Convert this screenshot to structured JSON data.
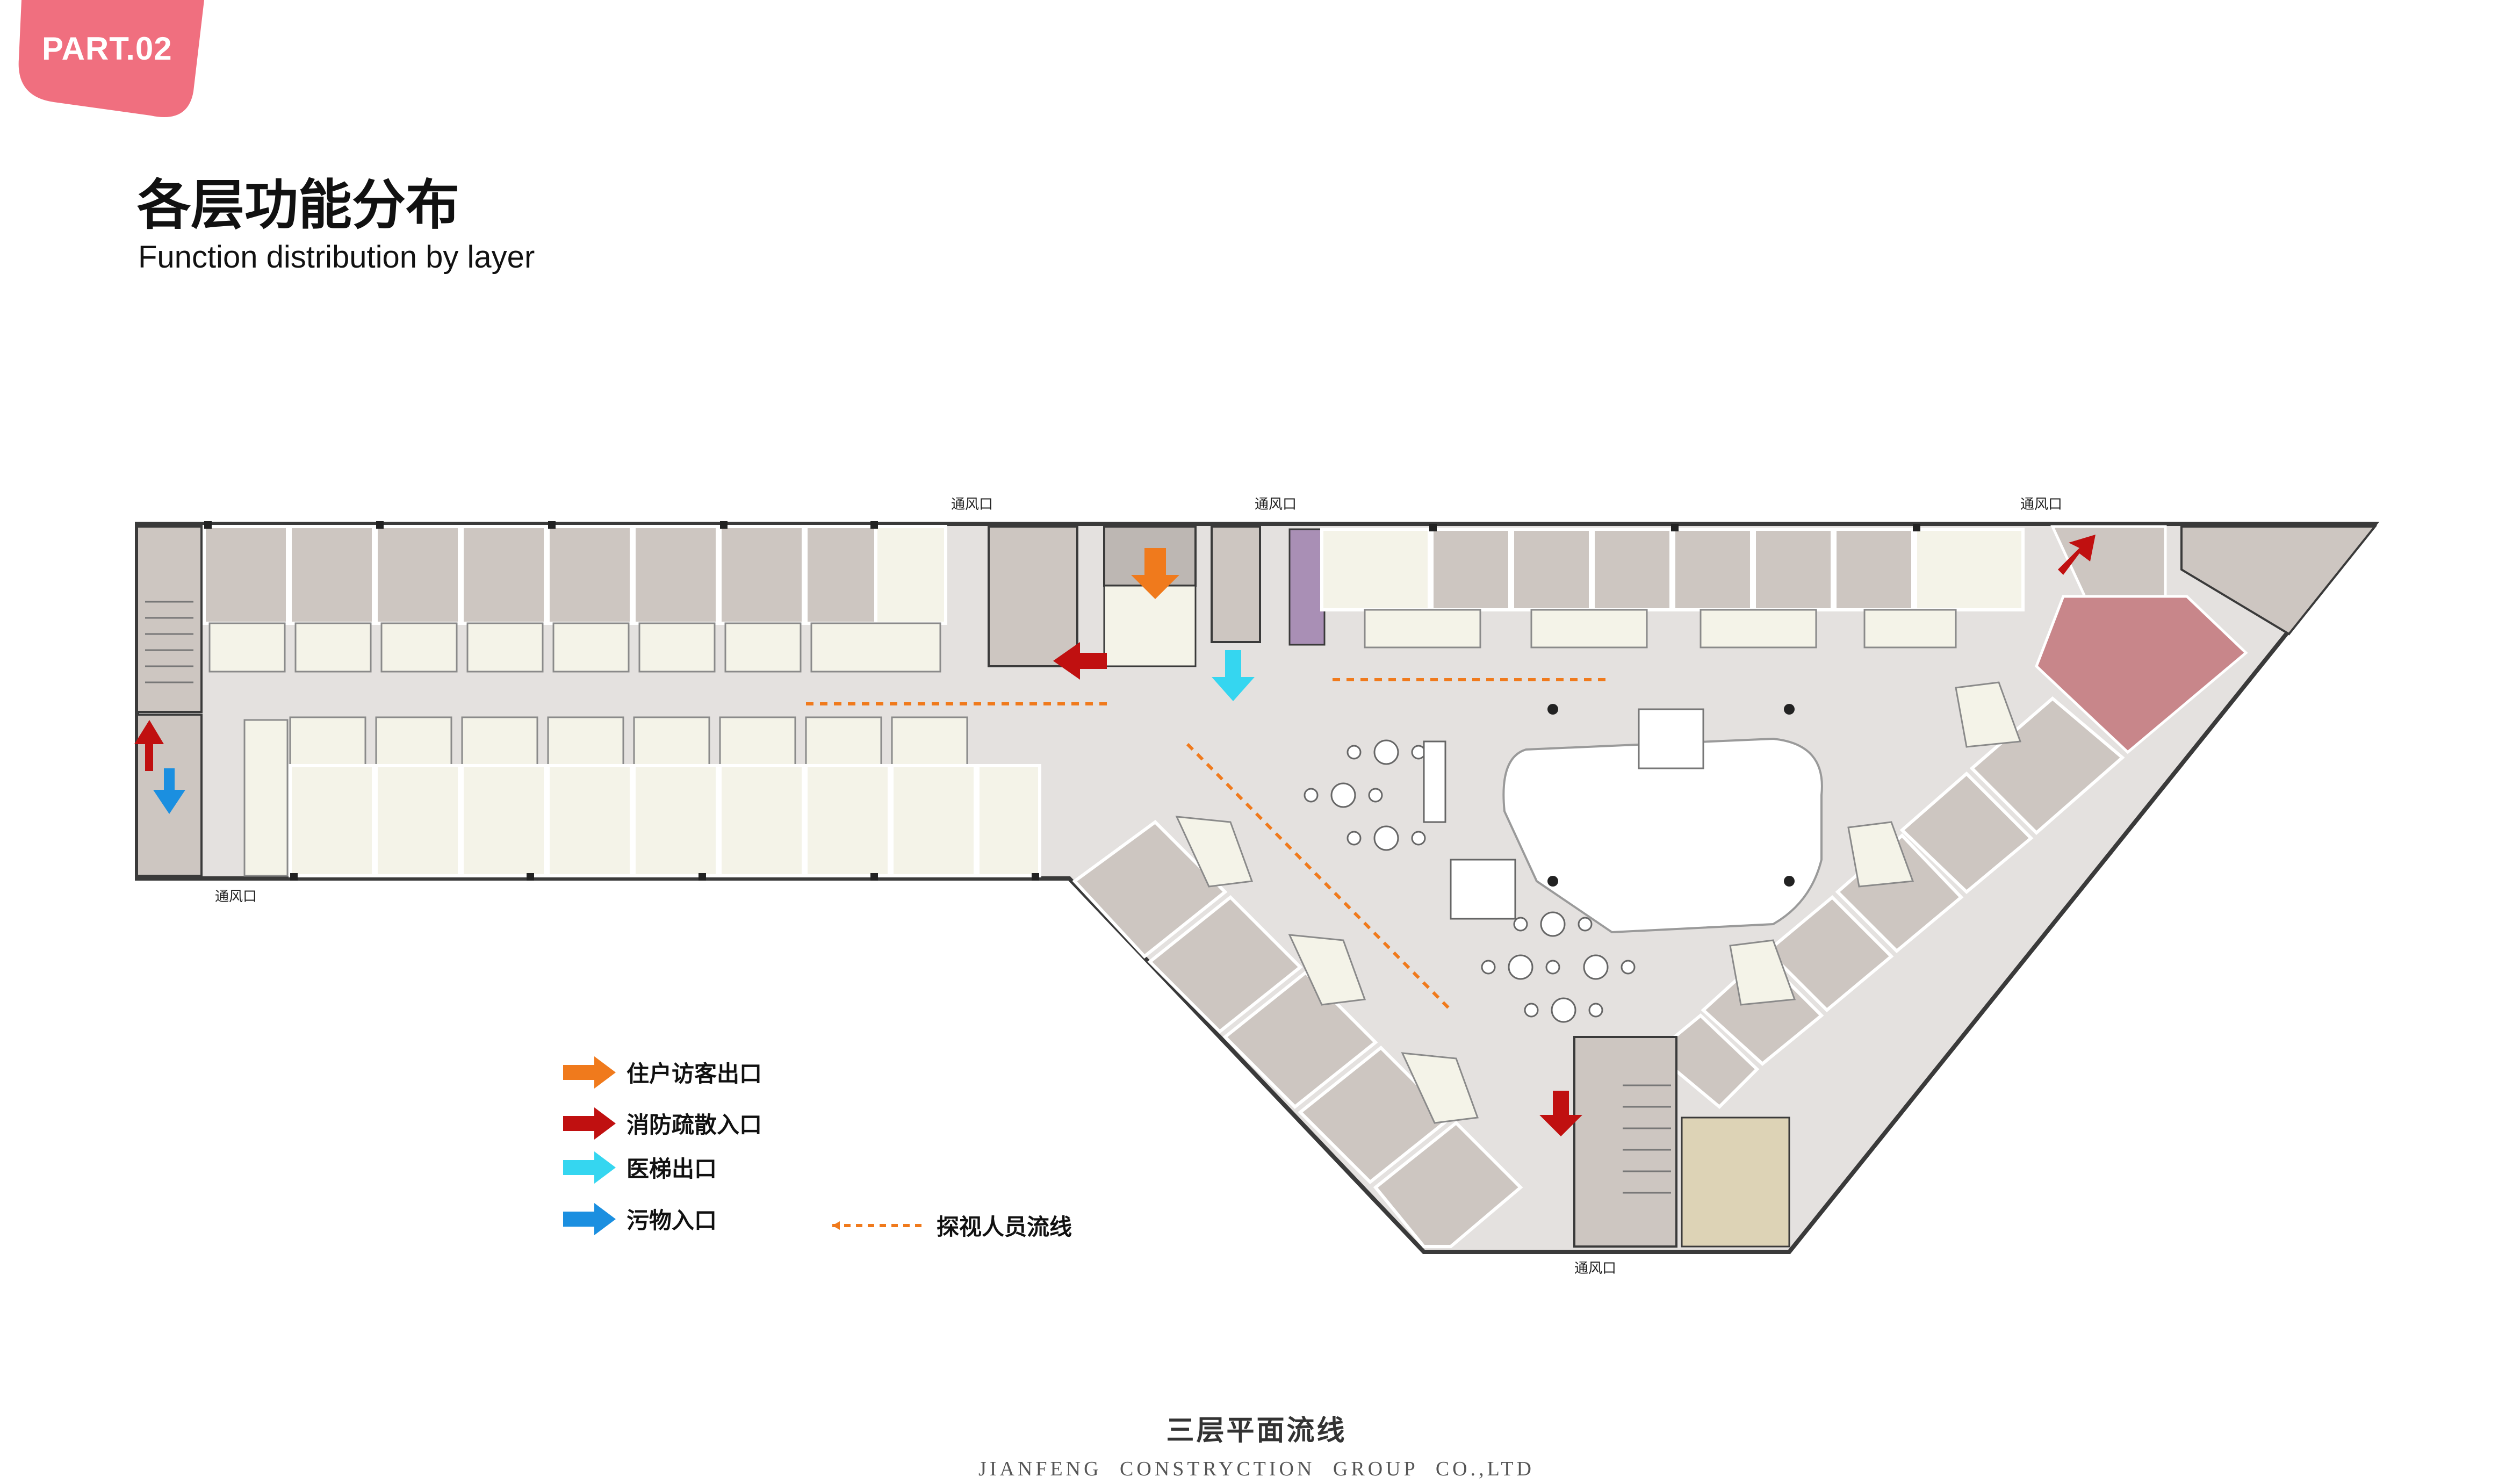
{
  "header": {
    "badge": "PART.02",
    "title": "各层功能分布",
    "subtitle": "Function distribution by layer"
  },
  "plan": {
    "vents": [
      "通风口",
      "通风口",
      "通风口",
      "通风口",
      "通风口"
    ]
  },
  "legend": [
    {
      "label": "住户访客出口",
      "color": "#f07a1c"
    },
    {
      "label": "消防疏散入口",
      "color": "#c01010"
    },
    {
      "label": "医梯出口",
      "color": "#35d6f0"
    },
    {
      "label": "污物入口",
      "color": "#1b8fe0"
    },
    {
      "label": "探视人员流线",
      "color": "#f07a1c"
    }
  ],
  "footer": {
    "caption": "三层平面流线",
    "company": "JIANFENG CONSTRYCTION GROUP CO.,LTD"
  },
  "colors": {
    "badge": "#f06f7f",
    "corridor": "#e4e1df",
    "room_grey": "#cdc6c1",
    "room_light": "#f4f3e8",
    "room_highlight": "#c8868a",
    "wall": "#3a3a3a"
  }
}
